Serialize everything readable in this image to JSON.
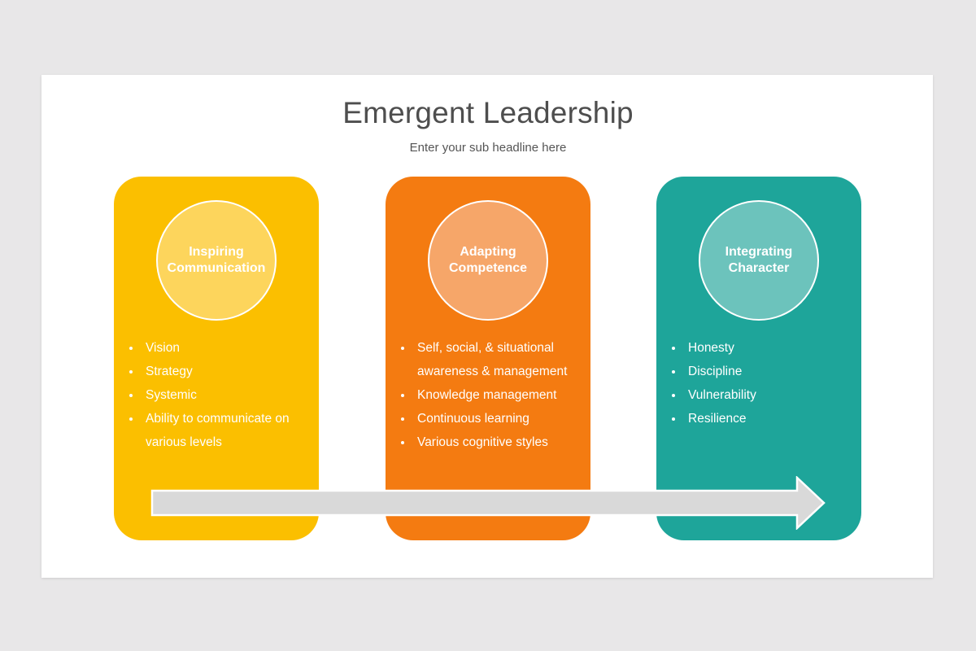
{
  "title": "Emergent Leadership",
  "subtitle": "Enter your sub headline here",
  "colors": {
    "background": "#e8e7e8",
    "slide": "#ffffff",
    "title_text": "#4e4e4e",
    "arrow_fill": "#d9d9d9",
    "arrow_stroke": "#ffffff"
  },
  "cards": [
    {
      "heading_lines": [
        "Inspiring",
        "Communication"
      ],
      "color": "#fbbf00",
      "circle_color": "#fdd55c",
      "bullets": [
        "Vision",
        "Strategy",
        "Systemic",
        "Ability to communicate on various levels"
      ]
    },
    {
      "heading_lines": [
        "Adapting",
        "Competence"
      ],
      "color": "#f47b11",
      "circle_color": "#f6a669",
      "bullets": [
        "Self, social, & situational awareness & management",
        "Knowledge management",
        "Continuous learning",
        "Various cognitive styles"
      ]
    },
    {
      "heading_lines": [
        "Integrating",
        "Character"
      ],
      "color": "#1ea59a",
      "circle_color": "#6cc3bc",
      "bullets": [
        "Honesty",
        "Discipline",
        "Vulnerability",
        "Resilience"
      ]
    }
  ]
}
